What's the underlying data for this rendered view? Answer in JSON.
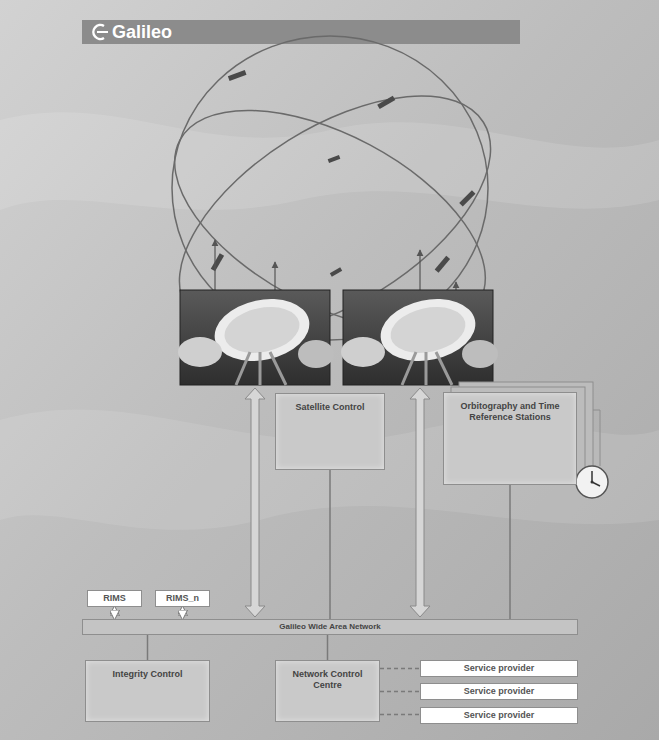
{
  "diagram": {
    "title": "Galileo",
    "nodes": [
      {
        "text": [
          "Satellite Control"
        ]
      },
      {
        "text": [
          "Orbitography and Time Reference Stations"
        ]
      },
      {
        "text": [
          "RIMS"
        ]
      },
      {
        "text": [
          "RIMS_n"
        ]
      },
      {
        "text": [
          "Galileo Wide Area Network"
        ]
      },
      {
        "text": [
          "Integrity Control"
        ]
      },
      {
        "text": [
          "Network Control Centre"
        ]
      },
      {
        "text": [
          "Service provider"
        ]
      },
      {
        "text": [
          "Service provider"
        ]
      },
      {
        "text": [
          "Service provider"
        ]
      }
    ],
    "edges": [
      {
        "from": 2,
        "to": 4,
        "arrow": "both"
      },
      {
        "from": 3,
        "to": 4,
        "arrow": "both"
      },
      {
        "from": 0,
        "to": 4,
        "arrow": "none"
      },
      {
        "from": 1,
        "to": 4,
        "arrow": "none"
      },
      {
        "from": 4,
        "to": 5,
        "arrow": "none"
      },
      {
        "from": 4,
        "to": 6,
        "arrow": "none"
      },
      {
        "from": 6,
        "to": 7,
        "arrow": "none"
      },
      {
        "from": 6,
        "to": 8,
        "arrow": "none"
      },
      {
        "from": 6,
        "to": 9,
        "arrow": "none"
      }
    ]
  }
}
